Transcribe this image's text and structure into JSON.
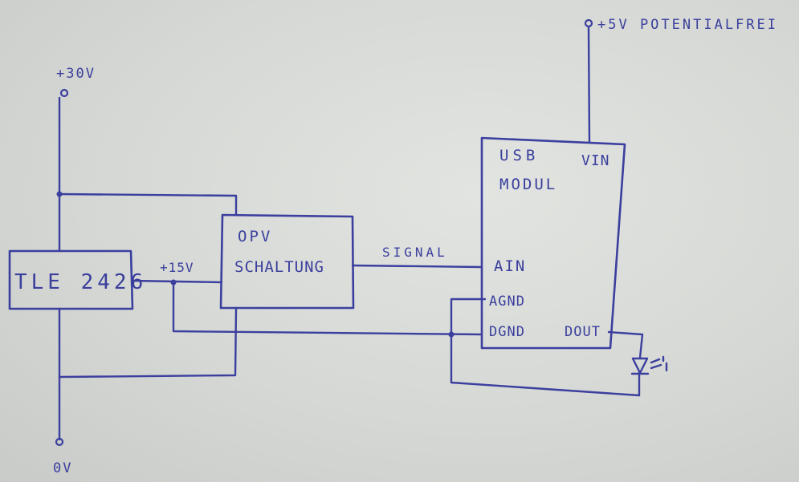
{
  "supply": {
    "top_voltage": "+30V",
    "bottom_voltage": "0V",
    "usb_supply": "+5V POTENTIALFREI"
  },
  "regulator": {
    "name": "TLE 2426"
  },
  "rail_label": "+15V",
  "opamp": {
    "line1": "OPV",
    "line2": "SCHALTUNG"
  },
  "signal_label": "SIGNAL",
  "usb_module": {
    "title_line1": "USB",
    "title_line2": "MODUL",
    "pin_vin": "VIN",
    "pin_ain": "AIN",
    "pin_agnd": "AGND",
    "pin_dgnd": "DGND",
    "pin_dout": "DOUT"
  },
  "colors": {
    "ink": "#3b3f9e",
    "paper": "#d9dbd8"
  },
  "icons": {
    "led": "led-symbol-icon",
    "terminal": "terminal-circle-icon"
  }
}
